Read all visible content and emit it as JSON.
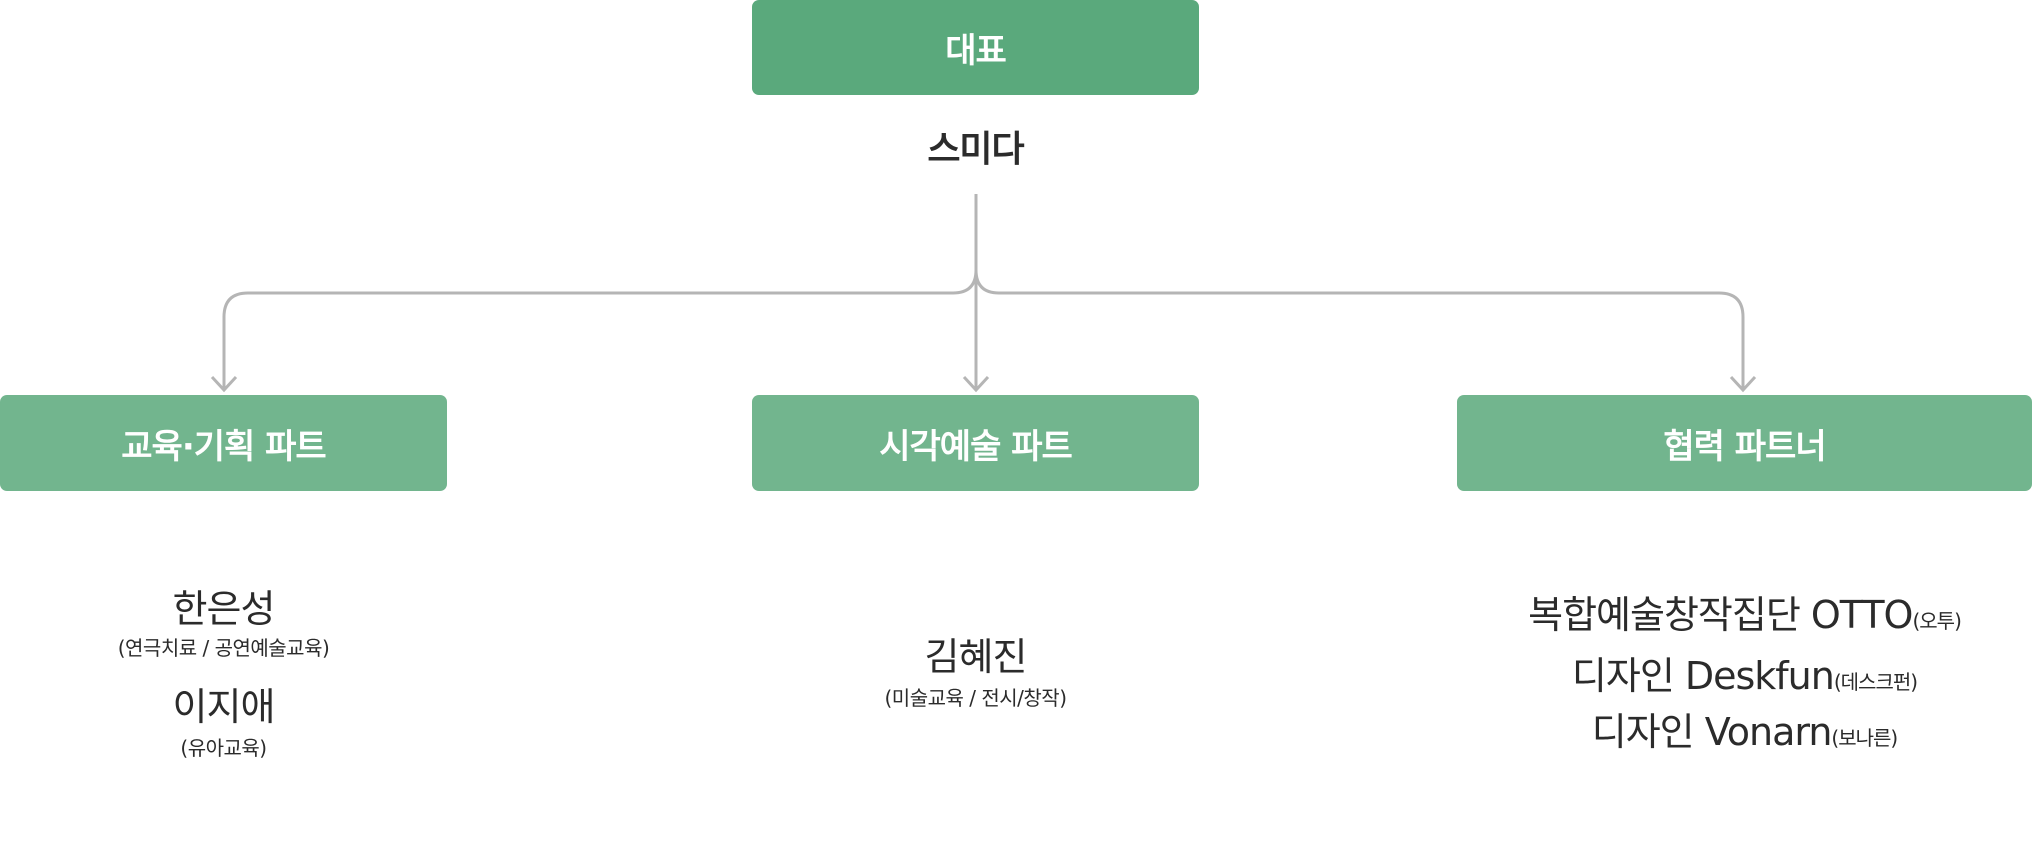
{
  "ceo": {
    "title": "대표",
    "name": "스미다"
  },
  "parts": [
    {
      "title": "교육·기획 파트",
      "members": [
        {
          "name": "한은성",
          "role": "(연극치료 / 공연예술교육)"
        },
        {
          "name": "이지애",
          "role": "(유아교육)"
        }
      ]
    },
    {
      "title": "시각예술 파트",
      "members": [
        {
          "name": "김혜진",
          "role": "(미술교육 / 전시/창작)"
        }
      ]
    },
    {
      "title": "협력 파트너",
      "members": [
        {
          "name": "복합예술창작집단 OTTO",
          "role": "(오투)"
        },
        {
          "name": "디자인 Deskfun",
          "role": "(데스크펀)"
        },
        {
          "name": "디자인 Vonarn",
          "role": "(보나른)"
        }
      ]
    }
  ],
  "colors": {
    "ceo_box": "#5aa97c",
    "part_box": "#72b58e",
    "connector": "#b5b5b5"
  }
}
